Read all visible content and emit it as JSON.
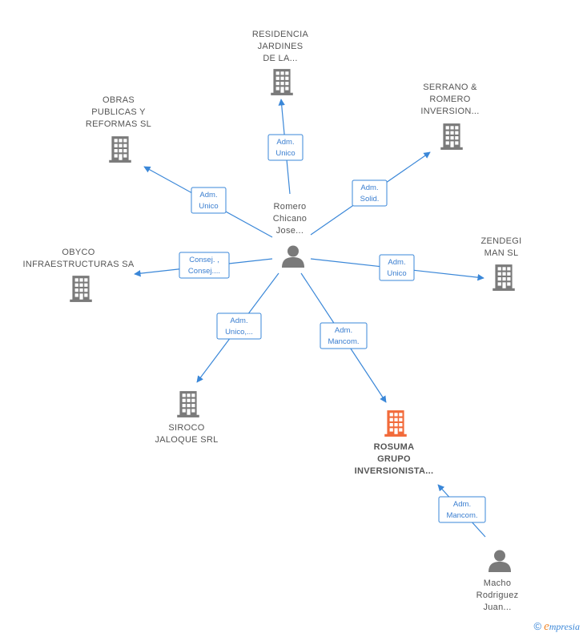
{
  "colors": {
    "edge": "#3a87d8",
    "node": "#7a7a7a",
    "focus": "#f26a3a",
    "text": "#555555"
  },
  "nodes": [
    {
      "id": "residencia",
      "kind": "company",
      "icon": "building-icon",
      "label": [
        "RESIDENCIA",
        "JARDINES",
        "DE LA..."
      ]
    },
    {
      "id": "obras",
      "kind": "company",
      "icon": "building-icon",
      "label": [
        "OBRAS",
        "PUBLICAS Y",
        "REFORMAS  SL"
      ]
    },
    {
      "id": "serrano",
      "kind": "company",
      "icon": "building-icon",
      "label": [
        "SERRANO &",
        "ROMERO",
        "INVERSION..."
      ]
    },
    {
      "id": "romero",
      "kind": "person",
      "icon": "person-icon",
      "label": [
        "Romero",
        "Chicano",
        "Jose..."
      ]
    },
    {
      "id": "obyco",
      "kind": "company",
      "icon": "building-icon",
      "label": [
        "OBYCO",
        "INFRAESTRUCTURAS SA"
      ]
    },
    {
      "id": "zendegi",
      "kind": "company",
      "icon": "building-icon",
      "label": [
        "ZENDEGI",
        "MAN SL"
      ]
    },
    {
      "id": "siroco",
      "kind": "company",
      "icon": "building-icon",
      "label": [
        "SIROCO",
        "JALOQUE SRL"
      ]
    },
    {
      "id": "rosuma",
      "kind": "company",
      "icon": "building-icon",
      "focus": true,
      "label": [
        "ROSUMA",
        "GRUPO",
        "INVERSIONISTA..."
      ]
    },
    {
      "id": "macho",
      "kind": "person",
      "icon": "person-icon",
      "label": [
        "Macho",
        "Rodriguez",
        "Juan..."
      ]
    }
  ],
  "edges": [
    {
      "from": "romero",
      "to": "residencia",
      "label": [
        "Adm.",
        "Unico"
      ]
    },
    {
      "from": "romero",
      "to": "obras",
      "label": [
        "Adm.",
        "Unico"
      ]
    },
    {
      "from": "romero",
      "to": "serrano",
      "label": [
        "Adm.",
        "Solid."
      ]
    },
    {
      "from": "romero",
      "to": "obyco",
      "label": [
        "Consej. ,",
        "Consej...."
      ]
    },
    {
      "from": "romero",
      "to": "zendegi",
      "label": [
        "Adm.",
        "Unico"
      ]
    },
    {
      "from": "romero",
      "to": "siroco",
      "label": [
        "Adm.",
        "Unico,..."
      ]
    },
    {
      "from": "romero",
      "to": "rosuma",
      "label": [
        "Adm.",
        "Mancom."
      ]
    },
    {
      "from": "macho",
      "to": "rosuma",
      "label": [
        "Adm.",
        "Mancom."
      ]
    }
  ],
  "brand": {
    "copyright": "©",
    "name": "mpresia",
    "initial": "e"
  }
}
